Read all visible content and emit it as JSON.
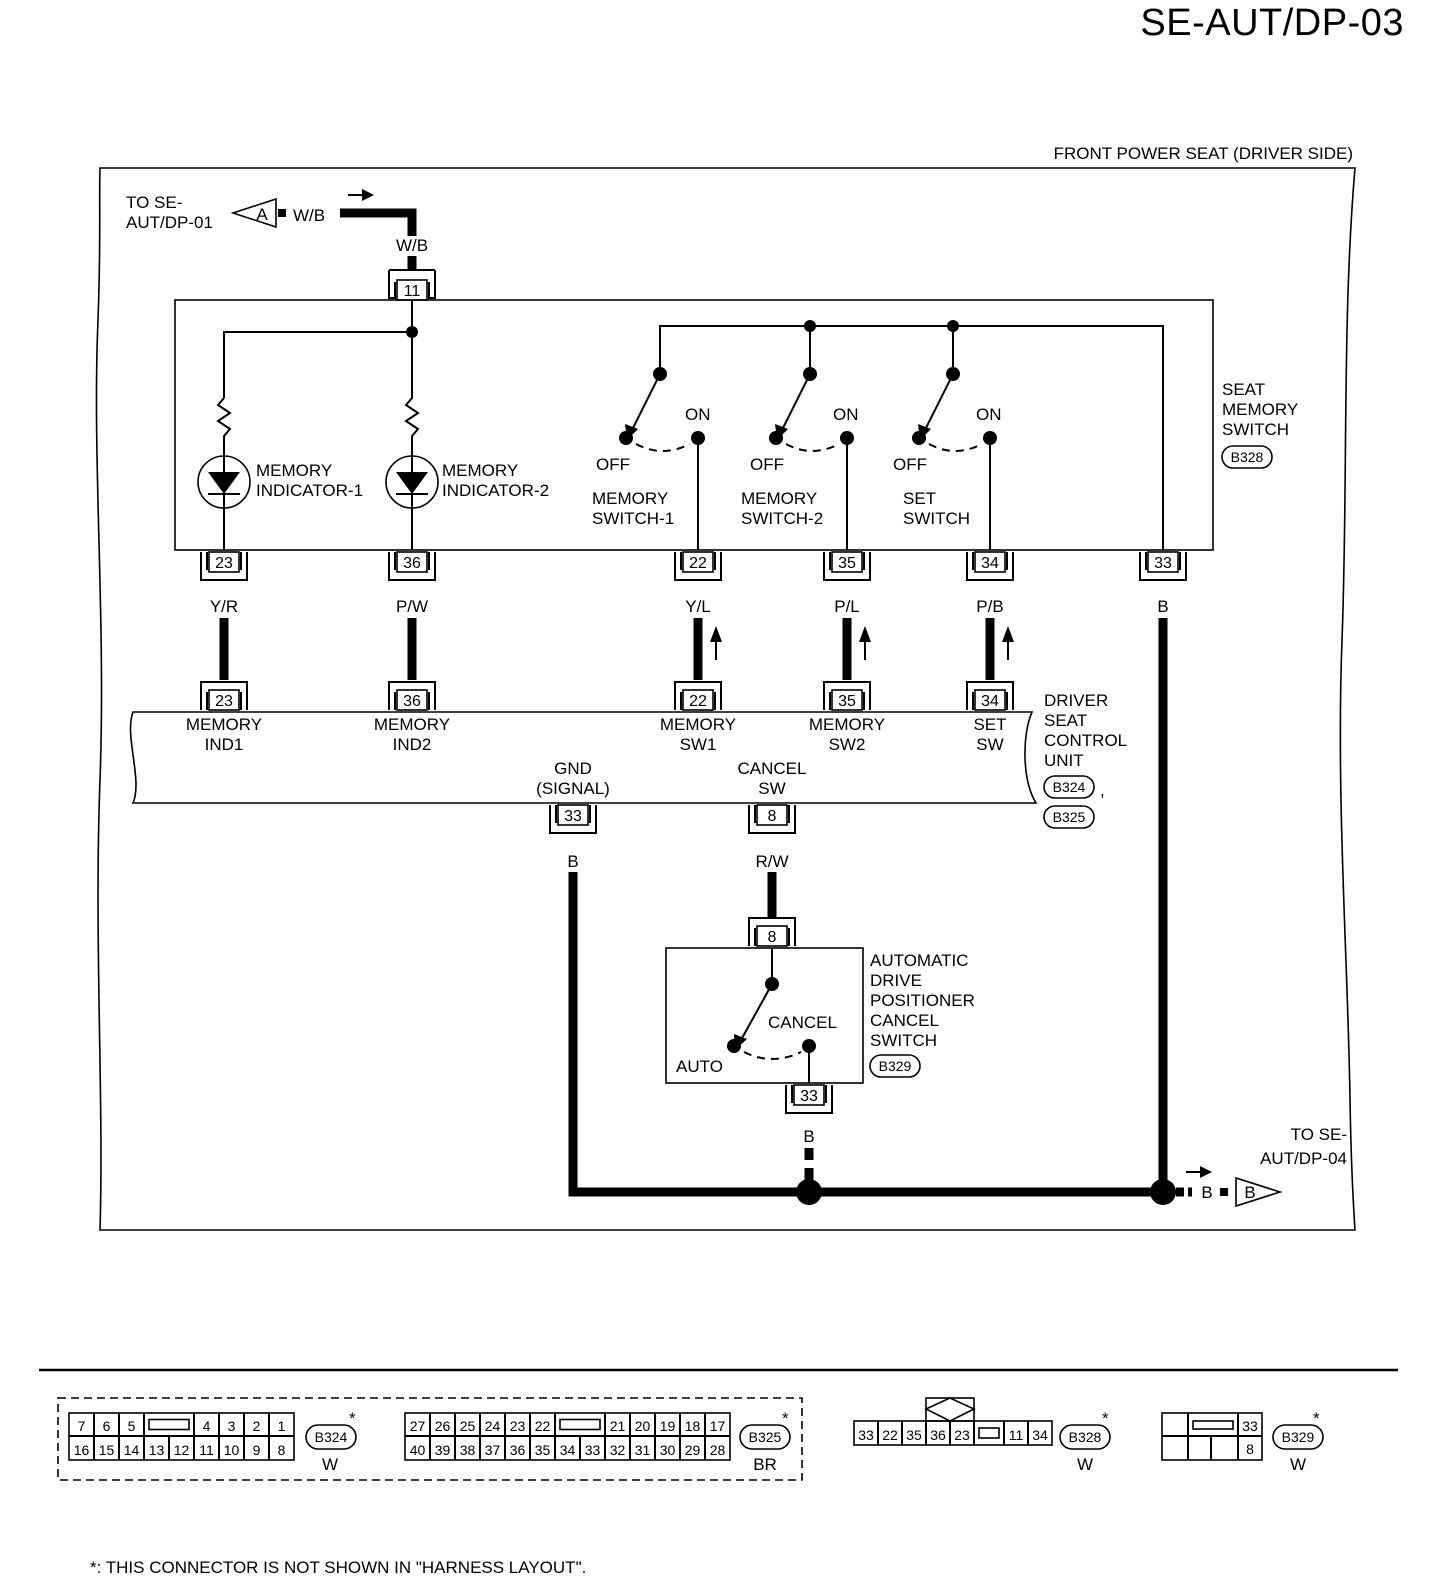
{
  "page_id": "SE-AUT/DP-03",
  "section_title": "FRONT POWER SEAT (DRIVER SIDE)",
  "to_upper": {
    "line1": "TO SE-",
    "line2": "AUT/DP-01",
    "ref": "A",
    "wire": "W/B"
  },
  "to_lower": {
    "line1": "TO SE-",
    "line2": "AUT/DP-04",
    "ref": "B",
    "wire": "B"
  },
  "seat_memory_switch": {
    "name_lines": [
      "SEAT",
      "MEMORY",
      "SWITCH"
    ],
    "connector": "B328",
    "input_pin": "11",
    "input_wire": "W/B",
    "indicators": [
      {
        "line1": "MEMORY",
        "line2": "INDICATOR-1",
        "pin": "23",
        "wire": "Y/R"
      },
      {
        "line1": "MEMORY",
        "line2": "INDICATOR-2",
        "pin": "36",
        "wire": "P/W"
      }
    ],
    "switches": [
      {
        "line1": "MEMORY",
        "line2": "SWITCH-1",
        "off": "OFF",
        "on": "ON",
        "pin": "22",
        "wire": "Y/L"
      },
      {
        "line1": "MEMORY",
        "line2": "SWITCH-2",
        "off": "OFF",
        "on": "ON",
        "pin": "35",
        "wire": "P/L"
      },
      {
        "line1": "SET",
        "line2": "SWITCH",
        "off": "OFF",
        "on": "ON",
        "pin": "34",
        "wire": "P/B"
      }
    ],
    "ground_pin": "33",
    "ground_wire": "B"
  },
  "control_unit": {
    "name_lines": [
      "DRIVER",
      "SEAT",
      "CONTROL",
      "UNIT"
    ],
    "connectors": [
      "B324",
      "B325"
    ],
    "terminals": [
      {
        "pin": "23",
        "line1": "MEMORY",
        "line2": "IND1"
      },
      {
        "pin": "36",
        "line1": "MEMORY",
        "line2": "IND2"
      },
      {
        "pin": "22",
        "line1": "MEMORY",
        "line2": "SW1"
      },
      {
        "pin": "35",
        "line1": "MEMORY",
        "line2": "SW2"
      },
      {
        "pin": "34",
        "line1": "SET",
        "line2": "SW"
      }
    ],
    "lower_terminals": [
      {
        "pin": "33",
        "line1": "GND",
        "line2": "(SIGNAL)",
        "wire": "B"
      },
      {
        "pin": "8",
        "line1": "CANCEL",
        "line2": "SW",
        "wire": "R/W"
      }
    ]
  },
  "cancel_switch": {
    "name_lines": [
      "AUTOMATIC",
      "DRIVE",
      "POSITIONER",
      "CANCEL",
      "SWITCH"
    ],
    "connector": "B329",
    "in_pin": "8",
    "out_pin": "33",
    "out_wire": "B",
    "auto_label": "AUTO",
    "cancel_label": "CANCEL"
  },
  "connector_faces": [
    {
      "id": "B324",
      "color": "W",
      "star": "*",
      "top": [
        "7",
        "6",
        "5",
        "",
        "4",
        "3",
        "2",
        "1"
      ],
      "bottom": [
        "16",
        "15",
        "14",
        "13",
        "12",
        "11",
        "10",
        "9",
        "8"
      ]
    },
    {
      "id": "B325",
      "color": "BR",
      "star": "*",
      "top": [
        "27",
        "26",
        "25",
        "24",
        "23",
        "22",
        "",
        "21",
        "20",
        "19",
        "18",
        "17"
      ],
      "bottom": [
        "40",
        "39",
        "38",
        "37",
        "36",
        "35",
        "34",
        "33",
        "32",
        "31",
        "30",
        "29",
        "28"
      ]
    },
    {
      "id": "B328",
      "color": "W",
      "star": "*",
      "row": [
        "33",
        "22",
        "35",
        "36",
        "23",
        "",
        "11",
        "34"
      ]
    },
    {
      "id": "B329",
      "color": "W",
      "star": "*",
      "row_top": "33",
      "row_bottom": "8"
    }
  ],
  "footnote": "*: THIS CONNECTOR IS NOT SHOWN IN \"HARNESS LAYOUT\"."
}
